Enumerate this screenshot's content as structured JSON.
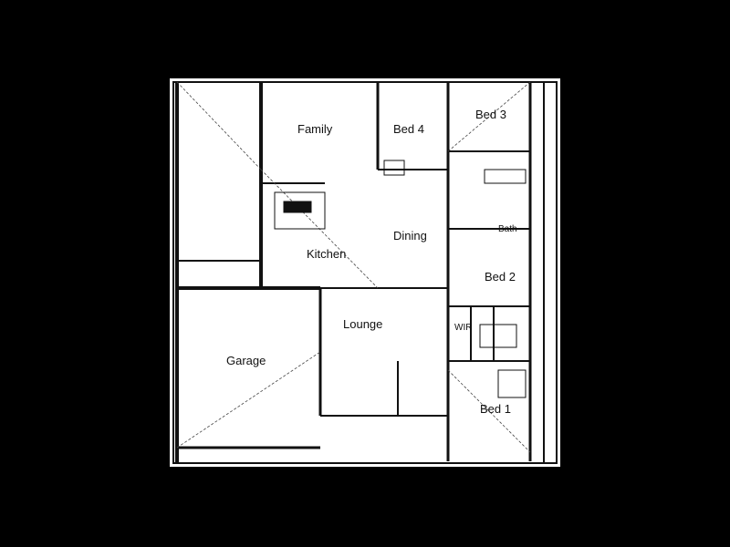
{
  "floorplan": {
    "rooms": {
      "family": "Family",
      "bed4": "Bed 4",
      "bed3": "Bed 3",
      "bed2": "Bed 2",
      "bed1": "Bed 1",
      "kitchen": "Kitchen",
      "dining": "Dining",
      "lounge": "Lounge",
      "garage": "Garage",
      "wir": "WIR",
      "bath": "Bath"
    }
  }
}
